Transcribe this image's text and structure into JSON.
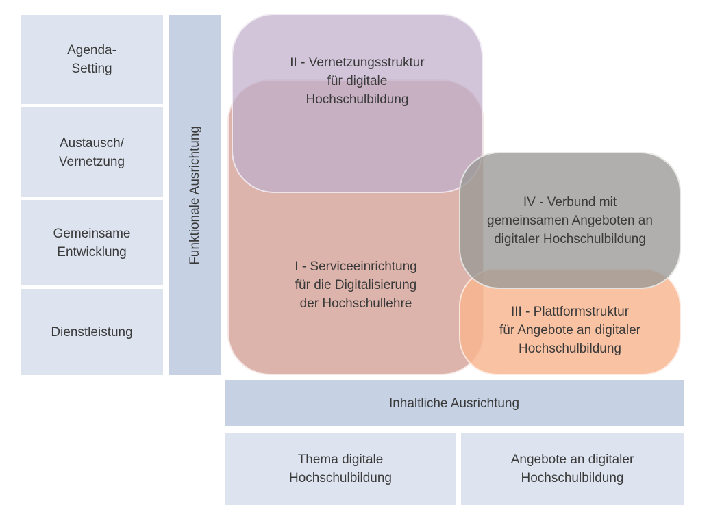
{
  "diagram": {
    "description": "Typology matrix of organisational forms for digital higher education",
    "text_color": "#3a3a3a",
    "background": "#ffffff",
    "function_axis": {
      "label": "Funktionale Ausrichtung",
      "bar_color": "#c6d1e3",
      "item_color": "#dee4ef",
      "items": [
        {
          "label": "Agenda-\nSetting"
        },
        {
          "label": "Austausch/\nVernetzung"
        },
        {
          "label": "Gemeinsame\nEntwicklung"
        },
        {
          "label": "Dienstleistung"
        }
      ]
    },
    "content_axis": {
      "label": "Inhaltliche Ausrichtung",
      "bar_color": "#c6d1e3",
      "item_color": "#dee4ef",
      "items": [
        {
          "label": "Thema digitale\nHochschulbildung"
        },
        {
          "label": "Angebote an digitaler\nHochschulbildung"
        }
      ]
    },
    "types": [
      {
        "id": "I",
        "label": "I - Serviceeinrichtung\nfür die Digitalisierung\nder Hochschullehre",
        "color": "#dcb4ac"
      },
      {
        "id": "II",
        "label": "II - Vernetzungsstruktur\nfür digitale\nHochschulbildung",
        "color": "#d3c6db"
      },
      {
        "id": "III",
        "label": "III - Plattformstruktur\nfür Angebote an digitaler\nHochschulbildung",
        "color": "#f9c4a5"
      },
      {
        "id": "IV",
        "label": "IV - Verbund mit\ngemeinsamen Angeboten an\ndigitaler Hochschulbildung",
        "color": "#b3b2b0"
      }
    ]
  }
}
